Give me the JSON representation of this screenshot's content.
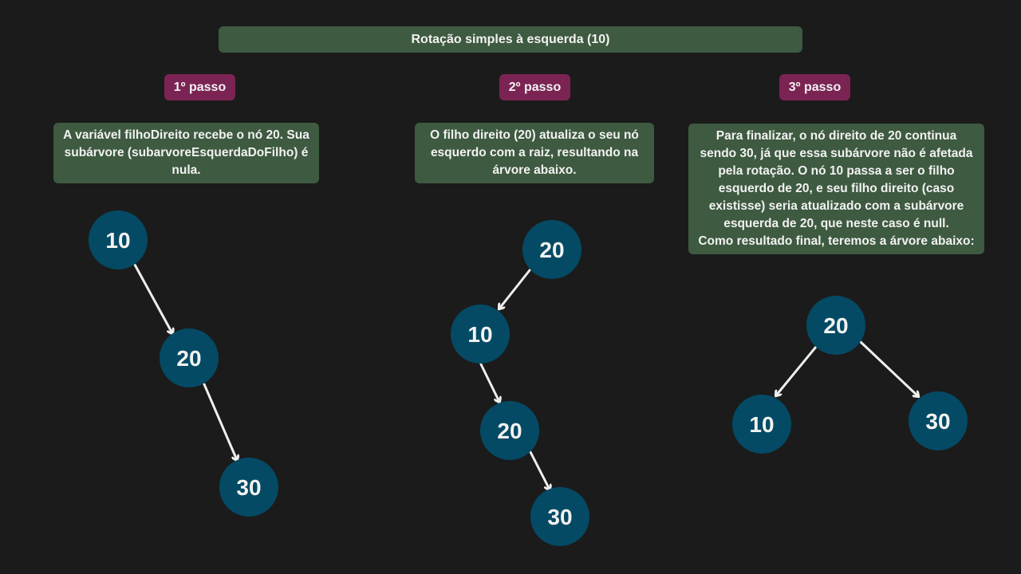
{
  "title": "Rotação simples à esquerda (10)",
  "steps": [
    {
      "label": "1º passo",
      "description": "A variável filhoDireito recebe o nó 20. Sua\nsubárvore (subarvoreEsquerdaDoFilho) é\nnula.",
      "nodes": [
        "10",
        "20",
        "30"
      ]
    },
    {
      "label": "2º passo",
      "description": "O filho direito (20) atualiza o seu nó\nesquerdo com a raiz, resultando na\nárvore abaixo.",
      "nodes": [
        "20",
        "10",
        "20",
        "30"
      ]
    },
    {
      "label": "3º passo",
      "description": "Para finalizar, o nó direito de 20 continua\nsendo 30, já que essa subárvore não é afetada\npela rotação. O nó 10 passa a ser o filho\nesquerdo de 20, e seu filho direito (caso\nexistisse) seria atualizado com a subárvore\nesquerda de 20, que neste caso é null.\nComo resultado final, teremos a árvore abaixo:",
      "nodes": [
        "20",
        "10",
        "30"
      ]
    }
  ],
  "colors": {
    "background": "#1b1b1b",
    "box": "#3e5a40",
    "badge": "#7b2454",
    "node": "#044a64",
    "arrow": "#efefef",
    "text": "#f2f2f2"
  }
}
